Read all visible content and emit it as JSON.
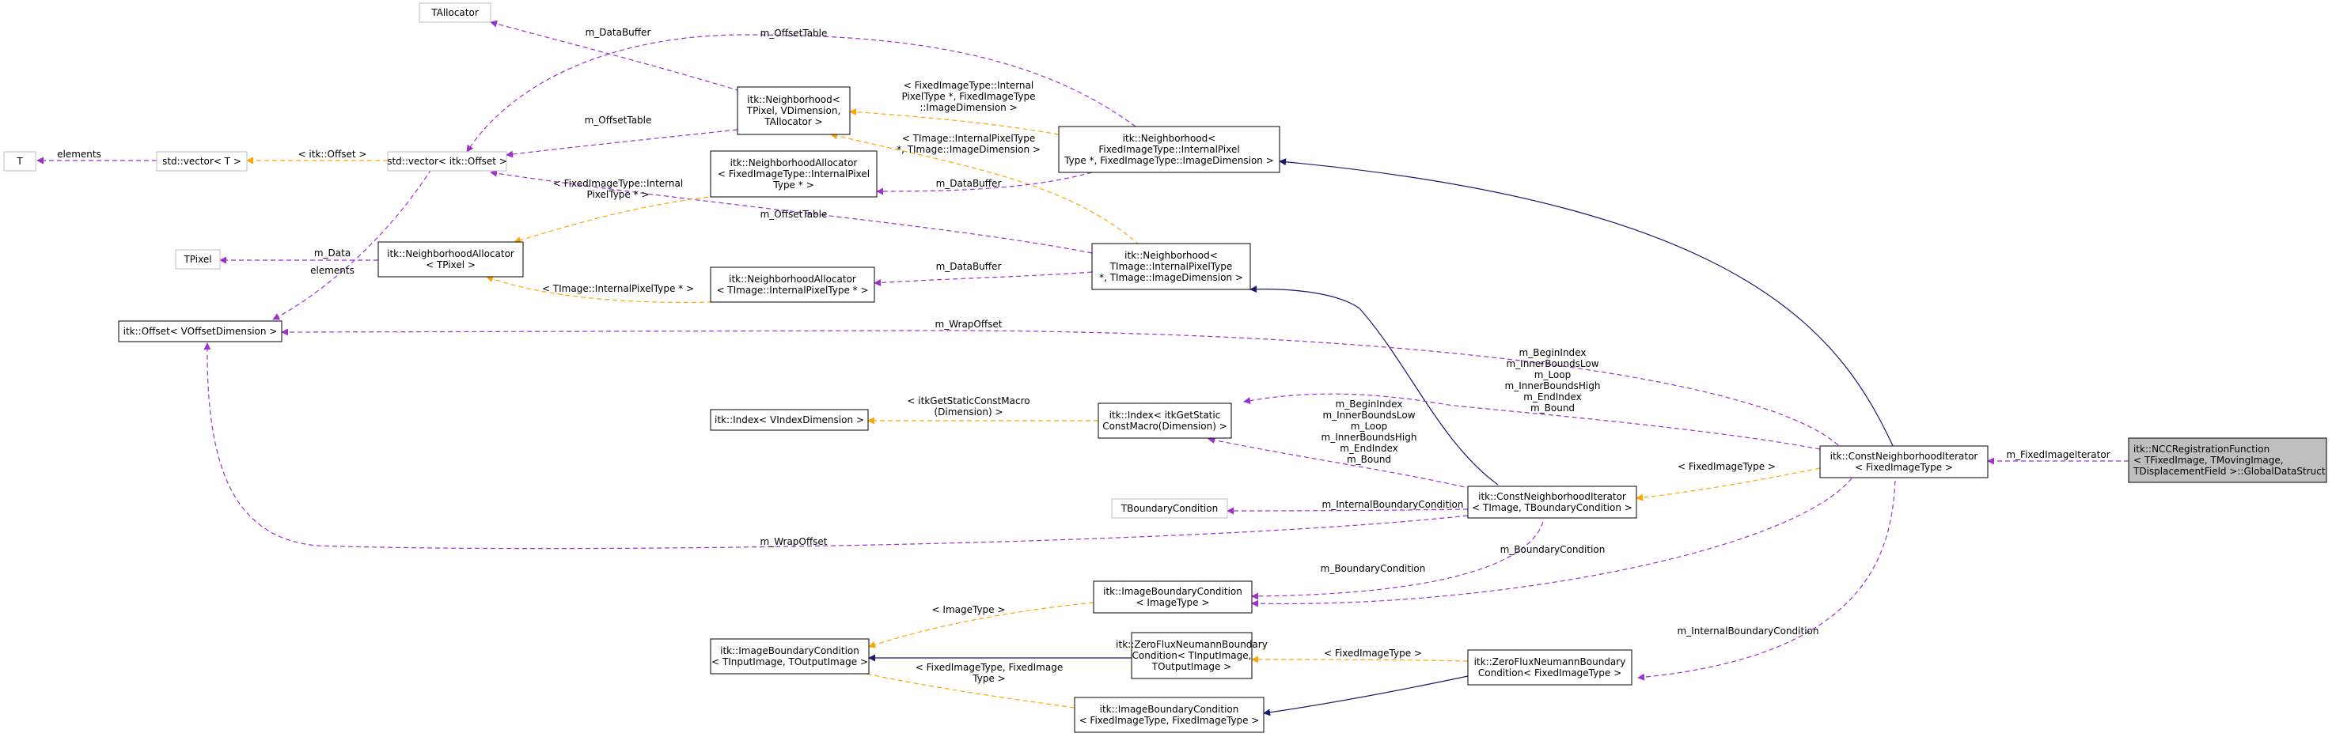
{
  "colors": {
    "purple": "#9a32cd",
    "orange": "#ffa500",
    "navy": "#191970",
    "dim_border": "#bfbfbf",
    "highlight_fill": "#bfbfbf"
  },
  "nodes": {
    "n_root": [
      "itk::NCCRegistrationFunction",
      "< TFixedImage, TMovingImage,",
      "TDisplacementField >::GlobalDataStruct"
    ],
    "n_cni_fixed": [
      "itk::ConstNeighborhoodIterator",
      "< FixedImageType >"
    ],
    "n_cni_t": [
      "itk::ConstNeighborhoodIterator",
      "< TImage, TBoundaryCondition >"
    ],
    "n_zfn_fixed": [
      "itk::ZeroFluxNeumannBoundary",
      "Condition< FixedImageType >"
    ],
    "n_nb_fixed": [
      "itk::Neighborhood<",
      "FixedImageType::InternalPixel",
      "Type *, FixedImageType::ImageDimension >"
    ],
    "n_nb_timage": [
      "itk::Neighborhood<",
      "TImage::InternalPixelType",
      "*, TImage::ImageDimension >"
    ],
    "n_index_static": [
      "itk::Index< itkGetStatic",
      "ConstMacro(Dimension) >"
    ],
    "n_tbc": [
      "TBoundaryCondition"
    ],
    "n_ibc_image": [
      "itk::ImageBoundaryCondition",
      "< ImageType >"
    ],
    "n_zfn_t": [
      "itk::ZeroFluxNeumannBoundary",
      "Condition< TInputImage,",
      "TOutputImage >"
    ],
    "n_ibc_fixed": [
      "itk::ImageBoundaryCondition",
      "< FixedImageType, FixedImageType >"
    ],
    "n_ibc_t": [
      "itk::ImageBoundaryCondition",
      "< TInputImage, TOutputImage >"
    ],
    "n_nb_tpixel": [
      "itk::Neighborhood<",
      "TPixel, VDimension,",
      "TAllocator >"
    ],
    "n_nba_fixed": [
      "itk::NeighborhoodAllocator",
      "< FixedImageType::InternalPixel",
      "Type * >"
    ],
    "n_nba_timage": [
      "itk::NeighborhoodAllocator",
      "< TImage::InternalPixelType * >"
    ],
    "n_index_v": [
      "itk::Index< VIndexDimension >"
    ],
    "n_tallocator": [
      "TAllocator"
    ],
    "n_vector_offset": [
      "std::vector< itk::Offset >"
    ],
    "n_nba_tpixel": [
      "itk::NeighborhoodAllocator",
      "< TPixel >"
    ],
    "n_offset_v": [
      "itk::Offset< VOffsetDimension >"
    ],
    "n_vector_t": [
      "std::vector< T >"
    ],
    "n_t": [
      "T"
    ],
    "n_tpixel": [
      "TPixel"
    ]
  },
  "edge_labels": {
    "e_fixed_iter": [
      "m_FixedImageIterator"
    ],
    "e_fixedimagetype_cni": [
      "< FixedImageType >"
    ],
    "e_begin_fixed": [
      "m_BeginIndex",
      "m_InnerBoundsLow",
      "m_Loop",
      "m_InnerBoundsHigh",
      "m_EndIndex",
      "m_Bound"
    ],
    "e_begin_t": [
      "m_BeginIndex",
      "m_InnerBoundsLow",
      "m_Loop",
      "m_InnerBoundsHigh",
      "m_EndIndex",
      "m_Bound"
    ],
    "e_boundcond_fixed": [
      "m_BoundaryCondition"
    ],
    "e_boundcond_t": [
      "m_BoundaryCondition"
    ],
    "e_internal_bc_fixed": [
      "m_InternalBoundaryCondition"
    ],
    "e_internal_bc_t": [
      "m_InternalBoundaryCondition"
    ],
    "e_wrapoffset_fixed": [
      "m_WrapOffset"
    ],
    "e_wrapoffset_t": [
      "m_WrapOffset"
    ],
    "e_imagetype": [
      "< ImageType >"
    ],
    "e_fixedimagetype_zfn": [
      "< FixedImageType >"
    ],
    "e_fixed_fixed": [
      "< FixedImageType, FixedImage",
      "Type >"
    ],
    "e_getstatic": [
      "< itkGetStaticConstMacro",
      "(Dimension) >"
    ],
    "e_databuffer_fixed": [
      "m_DataBuffer"
    ],
    "e_databuffer_t": [
      "m_DataBuffer"
    ],
    "e_databuffer_tpixel": [
      "m_DataBuffer"
    ],
    "e_offsettable_fixed": [
      "m_OffsetTable"
    ],
    "e_offsettable_t": [
      "m_OffsetTable"
    ],
    "e_offsettable_tpixel": [
      "m_OffsetTable"
    ],
    "e_tmpl_nb_fixed": [
      "< FixedImageType::Internal",
      "PixelType *, FixedImageType",
      "::ImageDimension >"
    ],
    "e_tmpl_nb_timage": [
      "< TImage::InternalPixelType",
      "*, TImage::ImageDimension >"
    ],
    "e_tmpl_nba_fixed": [
      "< FixedImageType::Internal",
      "PixelType * >"
    ],
    "e_tmpl_nba_timage": [
      "< TImage::InternalPixelType * >"
    ],
    "e_offset_tmpl": [
      "< itk::Offset >"
    ],
    "e_elements_vt": [
      "elements"
    ],
    "e_elements_off": [
      "elements"
    ],
    "e_m_data": [
      "m_Data"
    ]
  }
}
